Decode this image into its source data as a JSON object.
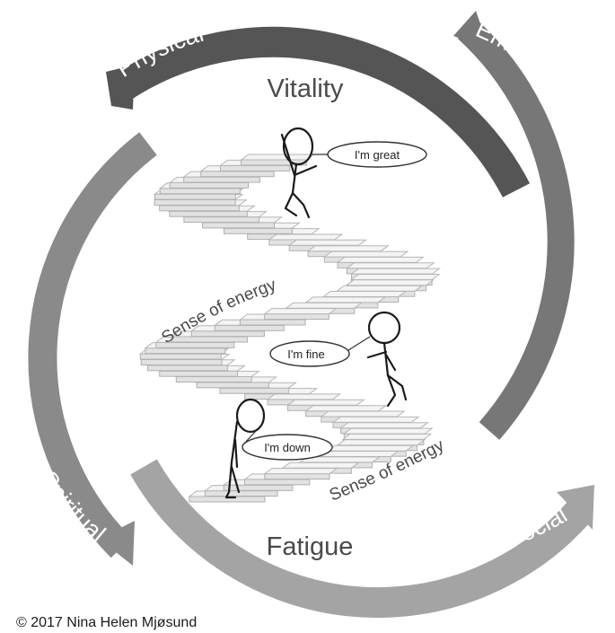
{
  "arcs": {
    "physical": "Physical",
    "emotional": "Emotional",
    "social": "Social",
    "spiritual": "Spiritual"
  },
  "labels": {
    "vitality": "Vitality",
    "fatigue": "Fatigue",
    "sense_upper": "Sense of energy",
    "sense_lower": "Sense of energy"
  },
  "bubbles": {
    "great": "I'm great",
    "fine": "I'm fine",
    "down": "I'm down"
  },
  "copyright": "© 2017 Nina Helen Mjøsund",
  "colors": {
    "physical": "#555555",
    "emotional": "#777777",
    "social": "#a4a4a4",
    "spiritual": "#8a8a8a"
  }
}
